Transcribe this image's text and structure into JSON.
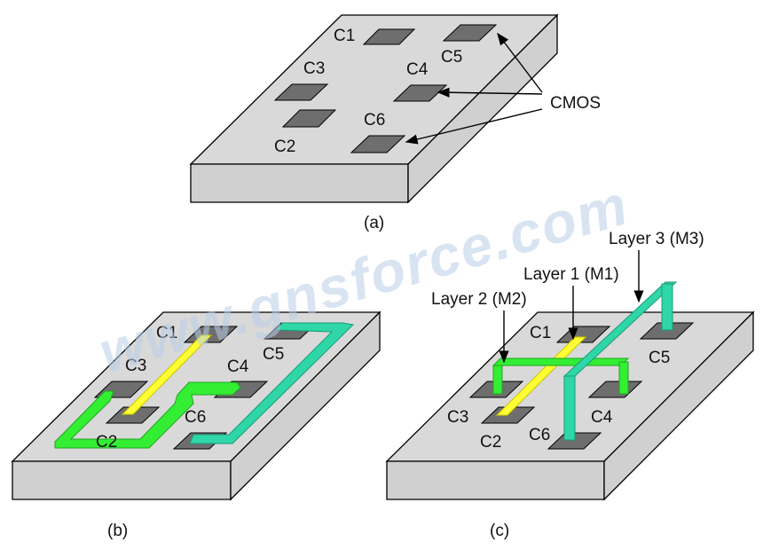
{
  "colors": {
    "top_face": "#d9d9d9",
    "side_face": "#d0d0d0",
    "pad": "#6e6e6e",
    "metal1": "#ffff33",
    "metal2": "#33ee33",
    "metal3": "#2fd6a8",
    "watermark": "#b8cde6"
  },
  "watermark": "www.gnsforce.com",
  "panel_a": {
    "caption": "(a)",
    "cells": [
      "C1",
      "C2",
      "C3",
      "C4",
      "C5",
      "C6"
    ],
    "cmos_label": "CMOS"
  },
  "panel_b": {
    "caption": "(b)",
    "cells": [
      "C1",
      "C2",
      "C3",
      "C4",
      "C5",
      "C6"
    ]
  },
  "panel_c": {
    "caption": "(c)",
    "cells": [
      "C1",
      "C2",
      "C3",
      "C4",
      "C5",
      "C6"
    ],
    "layer1": "Layer 1 (M1)",
    "layer2": "Layer 2 (M2)",
    "layer3": "Layer 3 (M3)"
  }
}
